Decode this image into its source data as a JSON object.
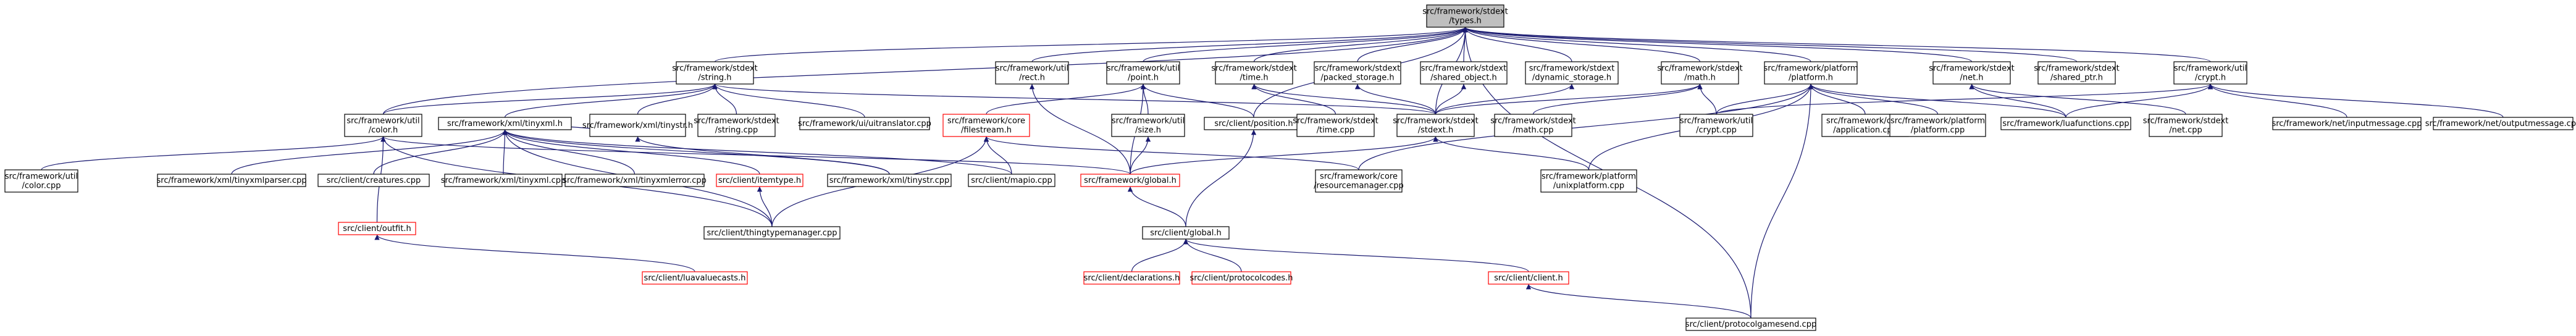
{
  "title": "src/framework/stdext/types.h",
  "colors": {
    "edge": "#191970",
    "root_fill": "#bfbfbf",
    "border": "#000000",
    "missing_border": "#ff0000"
  },
  "nodes": [
    {
      "id": "types",
      "lines": [
        "src/framework/stdext",
        "/types.h"
      ],
      "root": true
    },
    {
      "id": "string",
      "lines": [
        "src/framework/stdext",
        "/string.h"
      ]
    },
    {
      "id": "rect",
      "lines": [
        "src/framework/util",
        "/rect.h"
      ]
    },
    {
      "id": "point",
      "lines": [
        "src/framework/util",
        "/point.h"
      ]
    },
    {
      "id": "time",
      "lines": [
        "src/framework/stdext",
        "/time.h"
      ]
    },
    {
      "id": "packed",
      "lines": [
        "src/framework/stdext",
        "/packed_storage.h"
      ]
    },
    {
      "id": "sharedobj",
      "lines": [
        "src/framework/stdext",
        "/shared_object.h"
      ]
    },
    {
      "id": "dynstor",
      "lines": [
        "src/framework/stdext",
        "/dynamic_storage.h"
      ]
    },
    {
      "id": "math",
      "lines": [
        "src/framework/stdext",
        "/math.h"
      ]
    },
    {
      "id": "platform",
      "lines": [
        "src/framework/platform",
        "/platform.h"
      ]
    },
    {
      "id": "net",
      "lines": [
        "src/framework/stdext",
        "/net.h"
      ]
    },
    {
      "id": "sharedptr",
      "lines": [
        "src/framework/stdext",
        "/shared_ptr.h"
      ]
    },
    {
      "id": "crypt",
      "lines": [
        "src/framework/util",
        "/crypt.h"
      ]
    },
    {
      "id": "color",
      "lines": [
        "src/framework/util",
        "/color.h"
      ]
    },
    {
      "id": "tinyxml",
      "lines": [
        "src/framework/xml/tinyxml.h"
      ]
    },
    {
      "id": "tinystr",
      "lines": [
        "src/framework/xml/tinystr.h"
      ]
    },
    {
      "id": "stringcpp",
      "lines": [
        "src/framework/stdext",
        "/string.cpp"
      ]
    },
    {
      "id": "uitranslator",
      "lines": [
        "src/framework/ui/uitranslator.cpp"
      ]
    },
    {
      "id": "filestream",
      "lines": [
        "src/framework/core",
        "/filestream.h"
      ],
      "red": true
    },
    {
      "id": "size",
      "lines": [
        "src/framework/util",
        "/size.h"
      ]
    },
    {
      "id": "position",
      "lines": [
        "src/client/position.h"
      ]
    },
    {
      "id": "timecpp",
      "lines": [
        "src/framework/stdext",
        "/time.cpp"
      ]
    },
    {
      "id": "stdext",
      "lines": [
        "src/framework/stdext",
        "/stdext.h"
      ]
    },
    {
      "id": "mathcpp",
      "lines": [
        "src/framework/stdext",
        "/math.cpp"
      ]
    },
    {
      "id": "cryptcpp",
      "lines": [
        "src/framework/util",
        "/crypt.cpp"
      ]
    },
    {
      "id": "application",
      "lines": [
        "src/framework/core",
        "/application.cpp"
      ]
    },
    {
      "id": "platformcpp",
      "lines": [
        "src/framework/platform",
        "/platform.cpp"
      ]
    },
    {
      "id": "luafunctions",
      "lines": [
        "src/framework/luafunctions.cpp"
      ]
    },
    {
      "id": "netcpp",
      "lines": [
        "src/framework/stdext",
        "/net.cpp"
      ]
    },
    {
      "id": "inputmessage",
      "lines": [
        "src/framework/net/inputmessage.cpp"
      ]
    },
    {
      "id": "outputmessage",
      "lines": [
        "src/framework/net/outputmessage.cpp"
      ]
    },
    {
      "id": "colorcpp",
      "lines": [
        "src/framework/util",
        "/color.cpp"
      ]
    },
    {
      "id": "tinyxmlparser",
      "lines": [
        "src/framework/xml/tinyxmlparser.cpp"
      ]
    },
    {
      "id": "creatures",
      "lines": [
        "src/client/creatures.cpp"
      ]
    },
    {
      "id": "tinyxmlcpp",
      "lines": [
        "src/framework/xml/tinyxml.cpp"
      ]
    },
    {
      "id": "tinyxmlerror",
      "lines": [
        "src/framework/xml/tinyxmlerror.cpp"
      ]
    },
    {
      "id": "itemtype",
      "lines": [
        "src/client/itemtype.h"
      ],
      "red": true
    },
    {
      "id": "tinystrcpp",
      "lines": [
        "src/framework/xml/tinystr.cpp"
      ]
    },
    {
      "id": "mapio",
      "lines": [
        "src/client/mapio.cpp"
      ]
    },
    {
      "id": "global",
      "lines": [
        "src/framework/global.h"
      ],
      "red": true
    },
    {
      "id": "resourcemanager",
      "lines": [
        "src/framework/core",
        "/resourcemanager.cpp"
      ]
    },
    {
      "id": "unixplatform",
      "lines": [
        "src/framework/platform",
        "/unixplatform.cpp"
      ]
    },
    {
      "id": "outfit",
      "lines": [
        "src/client/outfit.h"
      ],
      "red": true
    },
    {
      "id": "thingtypemanager",
      "lines": [
        "src/client/thingtypemanager.cpp"
      ]
    },
    {
      "id": "clientglobal",
      "lines": [
        "src/client/global.h"
      ]
    },
    {
      "id": "luavaluecasts",
      "lines": [
        "src/client/luavaluecasts.h"
      ],
      "red": true
    },
    {
      "id": "declarations",
      "lines": [
        "src/client/declarations.h"
      ],
      "red": true
    },
    {
      "id": "protocolcodes",
      "lines": [
        "src/client/protocolcodes.h"
      ],
      "red": true
    },
    {
      "id": "clienth",
      "lines": [
        "src/client/client.h"
      ],
      "red": true
    },
    {
      "id": "protocolgamesend",
      "lines": [
        "src/client/protocolgamesend.cpp"
      ]
    }
  ]
}
